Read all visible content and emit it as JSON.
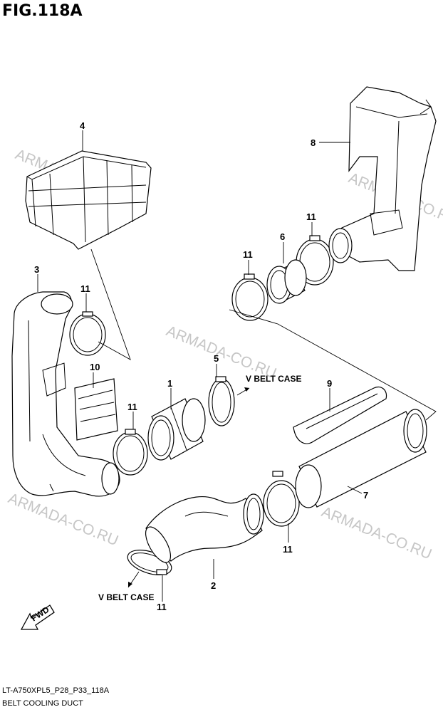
{
  "figure": {
    "title": "FIG.118A",
    "code": "LT-A750XPL5_P28_P33_118A",
    "caption": "BELT COOLING DUCT"
  },
  "callouts": {
    "p1": "1",
    "p2": "2",
    "p3": "3",
    "p4": "4",
    "p5": "5",
    "p6": "6",
    "p7": "7",
    "p8": "8",
    "p9": "9",
    "p10": "10",
    "p11_a": "11",
    "p11_b": "11",
    "p11_c": "11",
    "p11_d": "11",
    "p11_e": "11",
    "p11_f": "11"
  },
  "notes": {
    "vbelt_upper": "V BELT CASE",
    "vbelt_lower": "V BELT CASE",
    "fwd": "FWD"
  },
  "watermark": "ARMADA-CO.RU"
}
